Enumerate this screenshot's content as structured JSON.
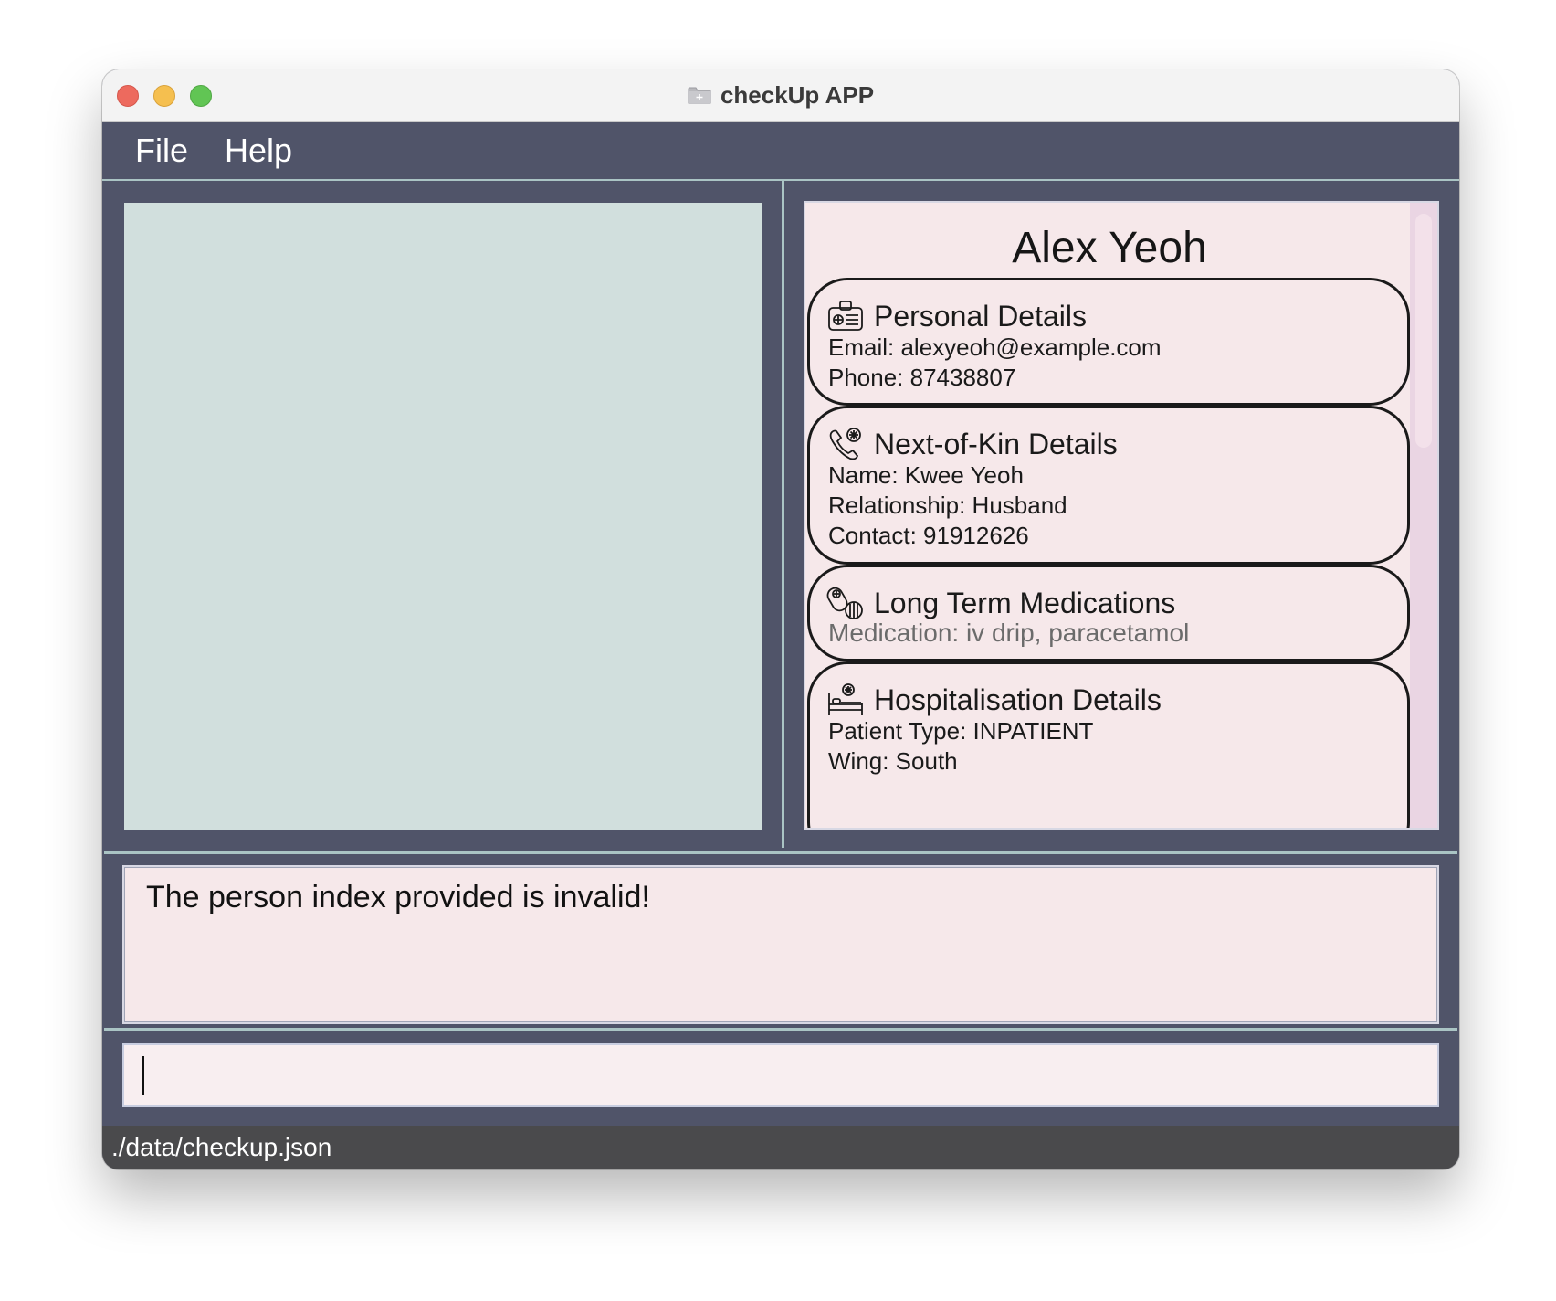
{
  "window": {
    "title": "checkUp APP",
    "title_icon": "folder-icon"
  },
  "menu": {
    "items": [
      {
        "label": "File"
      },
      {
        "label": "Help"
      }
    ]
  },
  "detail": {
    "name": "Alex Yeoh",
    "cards": [
      {
        "icon": "id-badge-icon",
        "title": "Personal Details",
        "lines": [
          "Email: alexyeoh@example.com",
          "Phone: 87438807"
        ]
      },
      {
        "icon": "phone-medical-icon",
        "title": "Next-of-Kin Details",
        "lines": [
          "Name: Kwee Yeoh",
          "Relationship: Husband",
          "Contact: 91912626"
        ]
      },
      {
        "icon": "pills-icon",
        "title": "Long Term Medications",
        "lines": [
          "Medication: iv drip, paracetamol"
        ]
      },
      {
        "icon": "hospital-bed-icon",
        "title": "Hospitalisation Details",
        "lines": [
          "Patient Type: INPATIENT",
          "Wing: South"
        ]
      }
    ]
  },
  "result": {
    "message": "The person index provided is invalid!"
  },
  "command": {
    "value": ""
  },
  "status": {
    "file_path": "./data/checkup.json"
  },
  "colors": {
    "panel_bg": "#505469",
    "list_bg": "#d1dfdd",
    "card_bg": "#f6e8ea",
    "status_bg": "#4a4a4c"
  }
}
